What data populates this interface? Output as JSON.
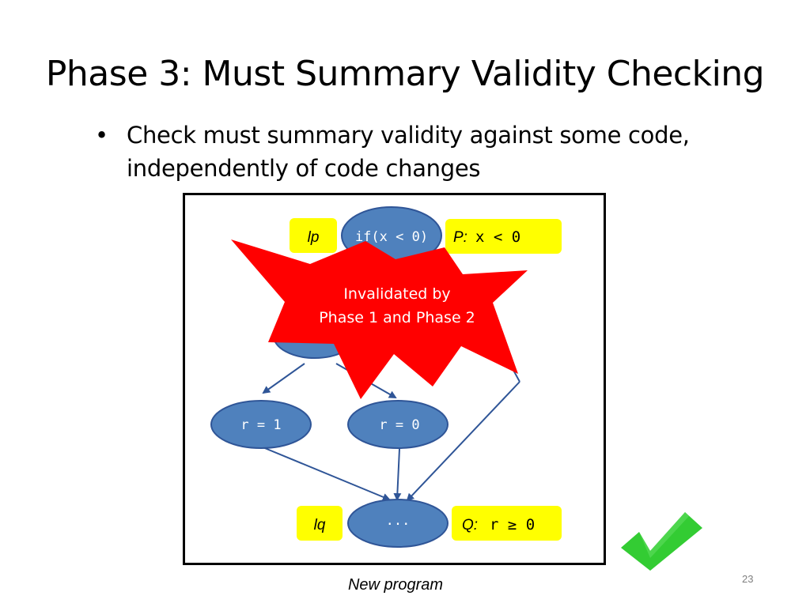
{
  "slide": {
    "title": "Phase 3: Must Summary Validity Checking",
    "bullet_symbol": "•",
    "bullet": "Check must summary validity against some code, independently of code changes",
    "caption": "New program",
    "page_number": "23"
  },
  "diagram": {
    "nodes": {
      "top": "if(x < 0)",
      "left": "r = 1",
      "right": "r = 0",
      "bottom": "..."
    },
    "labels": {
      "lp": "lp",
      "lq": "lq",
      "p_prefix": "P:",
      "p_expr": "x < 0",
      "q_prefix": "Q:",
      "q_expr": "r ≥ 0"
    },
    "burst": {
      "line1": "Invalidated by",
      "line2": "Phase 1 and Phase 2"
    },
    "colors": {
      "node_fill": "#4f81bd",
      "node_stroke": "#2f5597",
      "label_fill": "#ffff00",
      "burst_fill": "#ff0000",
      "check_fill": "#33cc33"
    },
    "icons": {
      "validity_mark": "checkmark-icon"
    }
  }
}
